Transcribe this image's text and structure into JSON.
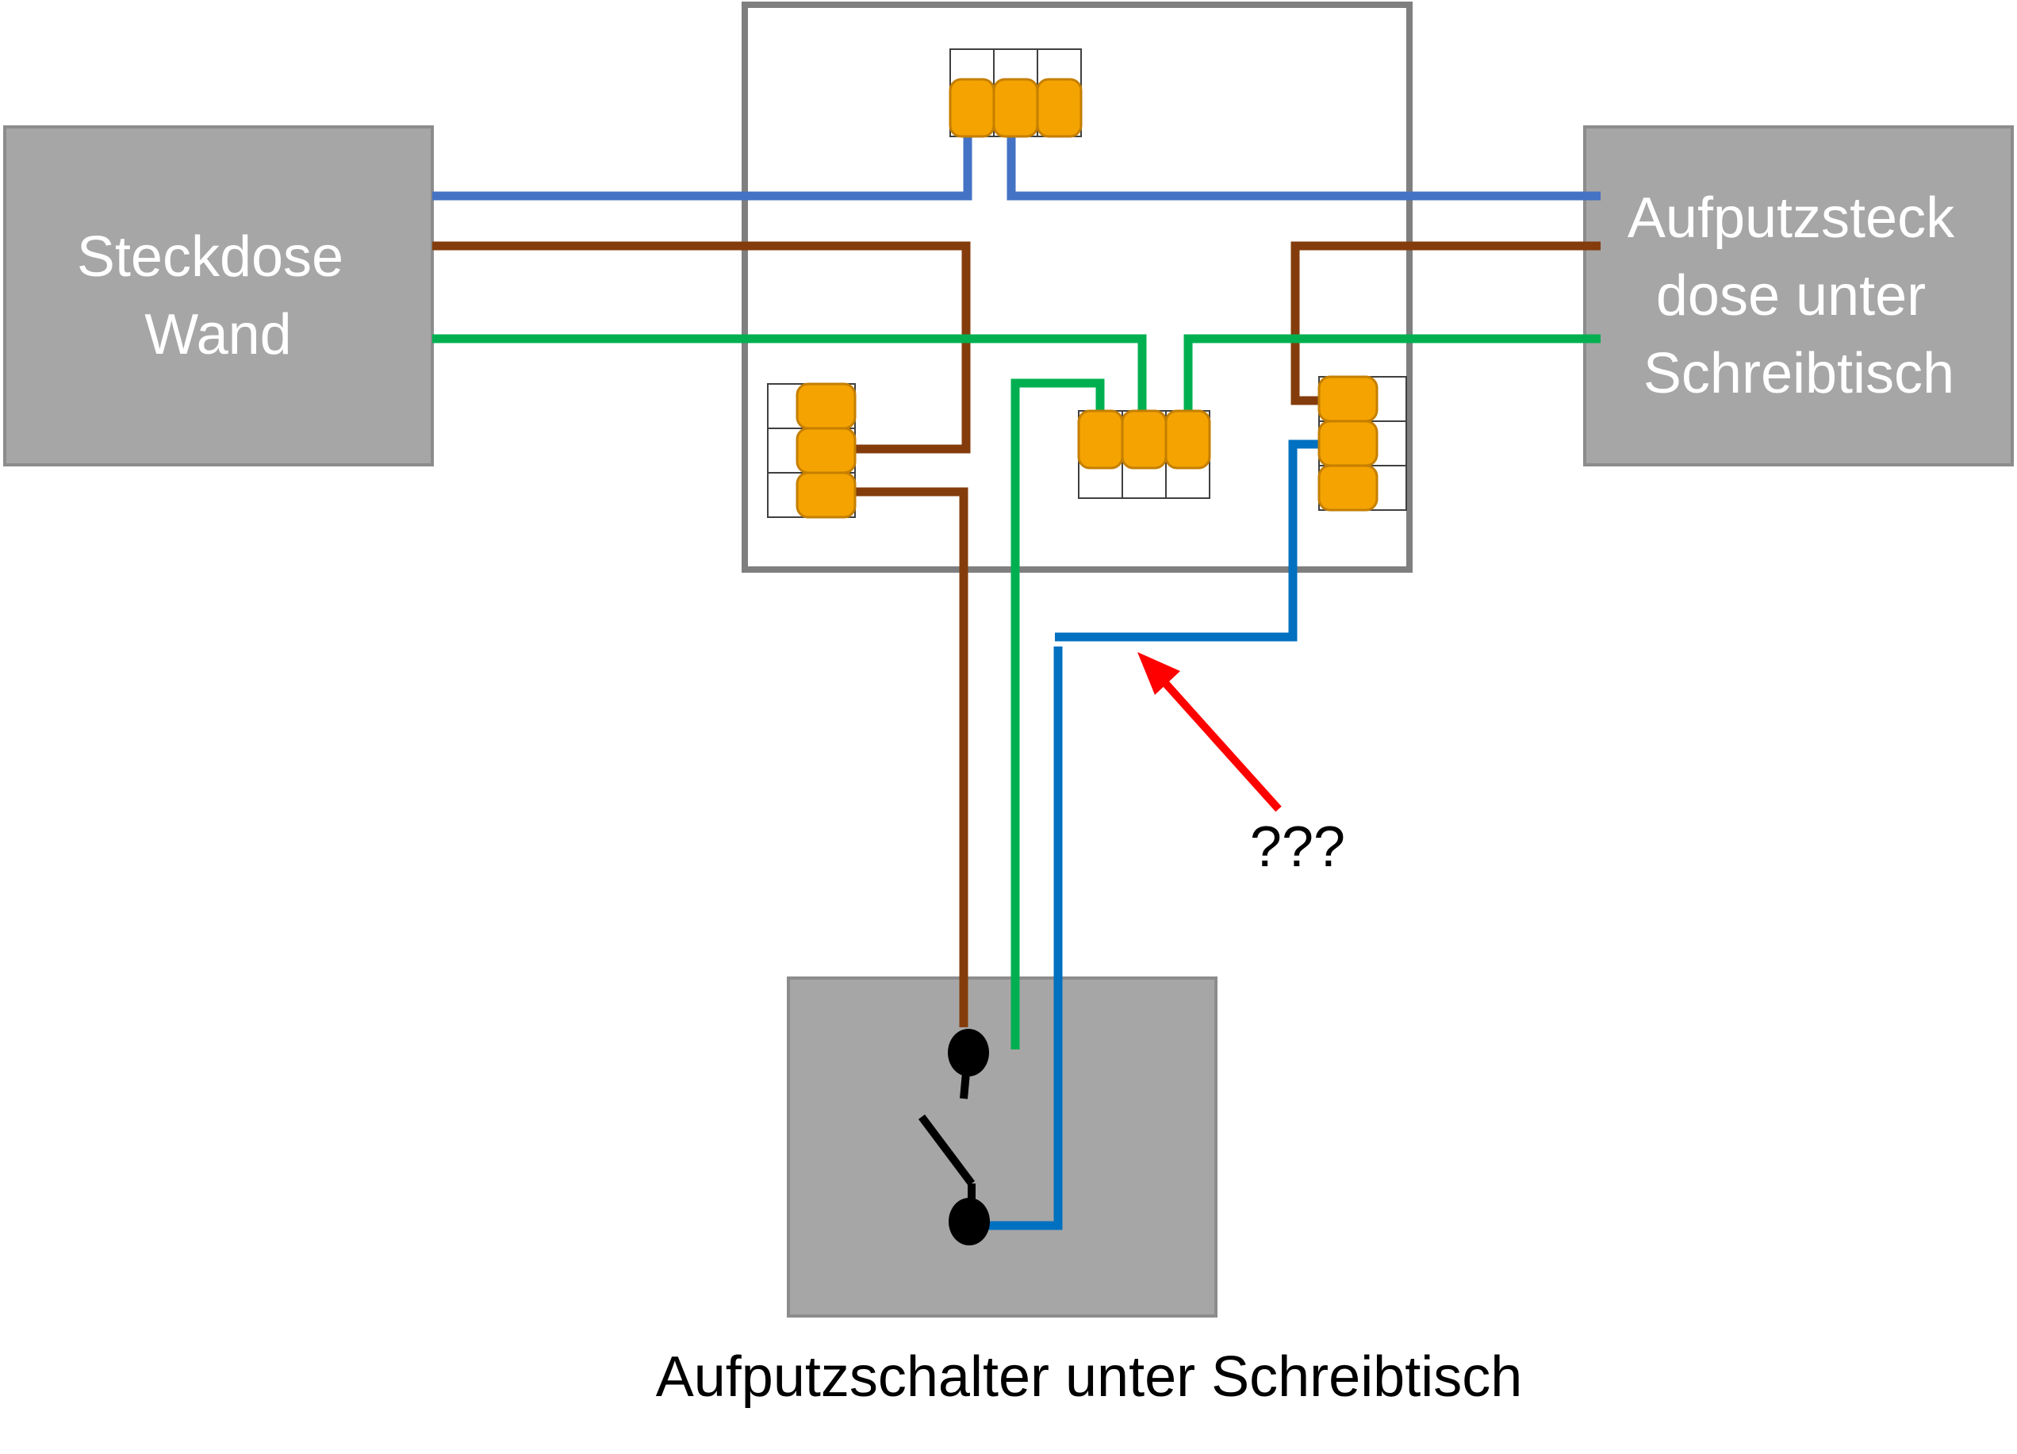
{
  "labels": {
    "wall_socket": [
      "Steckdose",
      "Wand"
    ],
    "desk_socket": [
      "Aufputzsteck",
      "dose unter",
      "Schreibtisch"
    ],
    "switch_caption": "Aufputzschalter unter Schreibtisch",
    "question": "???"
  },
  "colors": {
    "device_box": "#a6a6a6",
    "junction_box": "#7f7f7f",
    "neutral": "#4472c4",
    "neutral_switched": "#0070c0",
    "phase": "#843c0c",
    "earth": "#00b050",
    "connector": "#f4a300",
    "arrow": "#ff0000"
  }
}
